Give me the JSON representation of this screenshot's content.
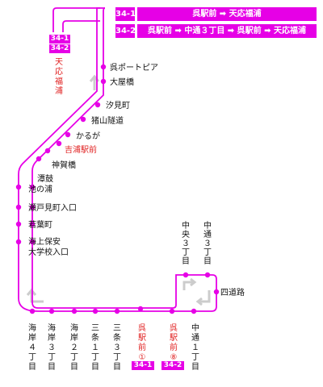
{
  "legend": [
    {
      "code": "34-1",
      "route": "呉駅前 ➡ 天応福浦"
    },
    {
      "code": "34-2",
      "route": "呉駅前 ➡ 中通３丁目 ➡ 呉駅前 ➡ 天応福浦"
    }
  ],
  "terminal_tags": [
    "34-1",
    "34-2"
  ],
  "bottom_tags": [
    "34-1",
    "34-2"
  ],
  "colors": {
    "route": "#e600e6",
    "highlight": "#e02020",
    "arrow": "#cccccc"
  },
  "stops_right": {
    "kure_port_pier": "呉ポートピア",
    "oyabashi": "大屋橋",
    "shiomicho": "汐見町",
    "inokuma_tunnel": "猪山隧道",
    "kaeruga": "かるが",
    "yoshiura_ekimae": "吉浦駅前",
    "jinga_bashi": "神賀橋",
    "tanki": "潭鼓",
    "ikenoura": "池の浦",
    "setomicho_iriguchi": "瀬戸見町入口",
    "wakabacho": "若葉町",
    "kaijo_hoan_1": "海上保安",
    "kaijo_hoan_2": "大学校入口",
    "yondoro": "四道路"
  },
  "terminal": {
    "name": [
      "天",
      "応",
      "福",
      "浦"
    ]
  },
  "stops_bottom": [
    {
      "chars": [
        "海",
        "岸",
        "４",
        "丁",
        "目"
      ],
      "red": false
    },
    {
      "chars": [
        "海",
        "岸",
        "３",
        "丁",
        "目"
      ],
      "red": false
    },
    {
      "chars": [
        "海",
        "岸",
        "２",
        "丁",
        "目"
      ],
      "red": false
    },
    {
      "chars": [
        "三",
        "条",
        "１",
        "丁",
        "目"
      ],
      "red": false
    },
    {
      "chars": [
        "三",
        "条",
        "３",
        "丁",
        "目"
      ],
      "red": false
    },
    {
      "chars": [
        "呉",
        "駅",
        "前",
        "①"
      ],
      "red": true
    },
    {
      "chars": [
        "呉",
        "駅",
        "前",
        "⑧"
      ],
      "red": true
    },
    {
      "chars": [
        "中",
        "通",
        "１",
        "丁",
        "目"
      ],
      "red": false
    }
  ],
  "stops_loop_top": [
    {
      "chars": [
        "中",
        "央",
        "３",
        "丁",
        "目"
      ]
    },
    {
      "chars": [
        "中",
        "通",
        "３",
        "丁",
        "目"
      ]
    }
  ]
}
